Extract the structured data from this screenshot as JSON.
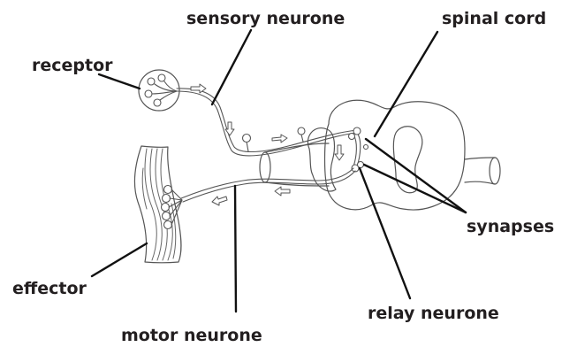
{
  "labels": {
    "sensory_neurone": "sensory neurone",
    "spinal_cord": "spinal cord",
    "receptor": "receptor",
    "synapses": "synapses",
    "effector": "effector",
    "relay_neurone": "relay neurone",
    "motor_neurone": "motor neurone"
  },
  "colors": {
    "text": "#231f20",
    "line": "#555555",
    "leader": "#111111",
    "background": "#ffffff"
  }
}
